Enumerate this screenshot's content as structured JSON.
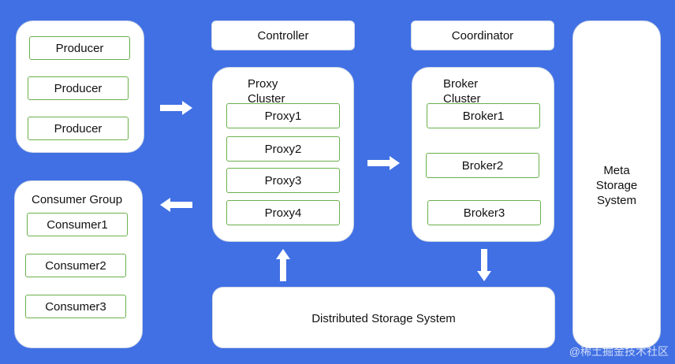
{
  "producers": [
    "Producer",
    "Producer",
    "Producer"
  ],
  "consumer_group": {
    "title": "Consumer Group",
    "items": [
      "Consumer1",
      "Consumer2",
      "Consumer3"
    ]
  },
  "controller": "Controller",
  "coordinator": "Coordinator",
  "proxy_cluster": {
    "title": "Proxy\nCluster",
    "items": [
      "Proxy1",
      "Proxy2",
      "Proxy3",
      "Proxy4"
    ]
  },
  "broker_cluster": {
    "title": "Broker\nCluster",
    "items": [
      "Broker1",
      "Broker2",
      "Broker3"
    ]
  },
  "meta_storage": "Meta\nStorage\nSystem",
  "distributed_storage": "Distributed Storage System",
  "footer": "@稀土掘金技术社区",
  "colors": {
    "background": "#4170e4",
    "item_border": "#6ab04c"
  }
}
